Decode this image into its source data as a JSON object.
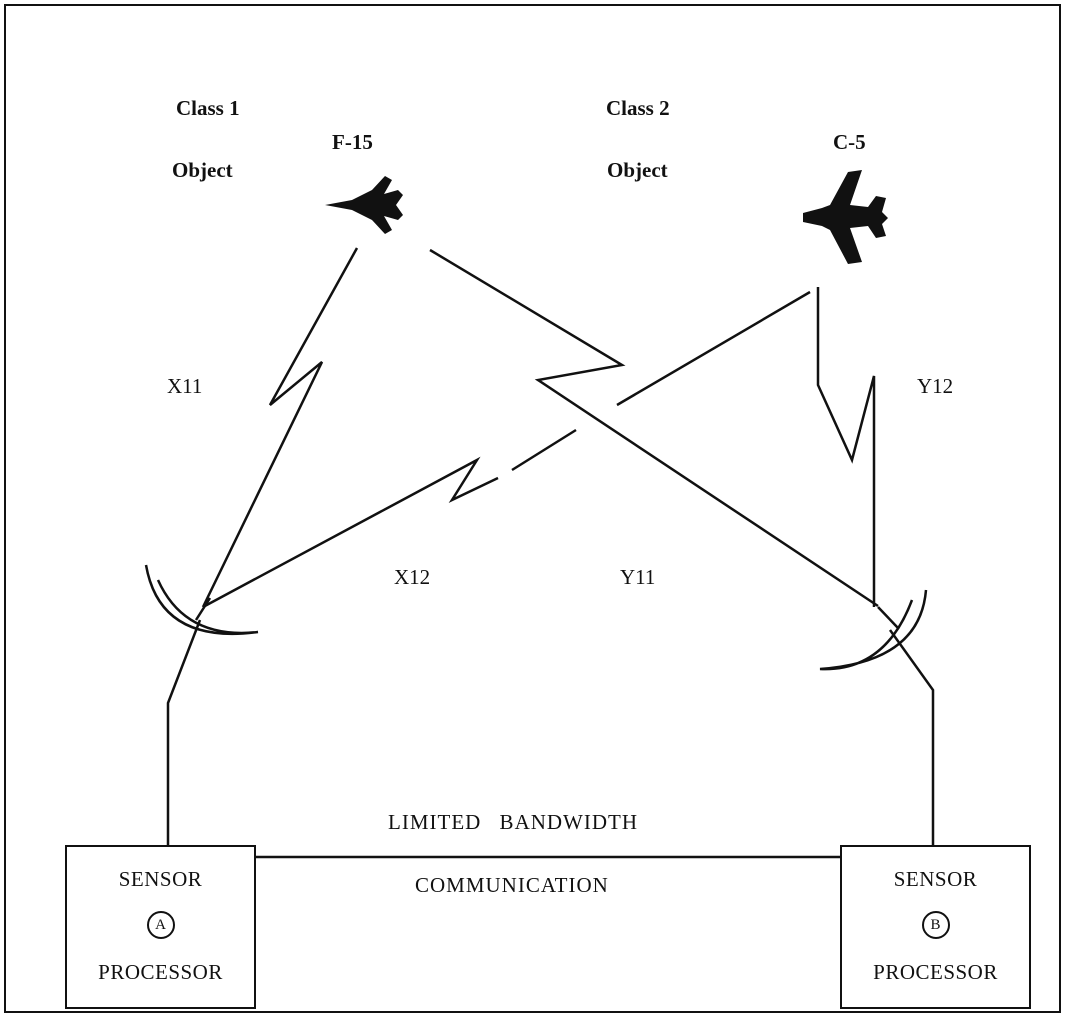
{
  "objects": {
    "class1": {
      "class_label": "Class 1",
      "object_label": "Object",
      "aircraft": "F-15"
    },
    "class2": {
      "class_label": "Class 2",
      "object_label": "Object",
      "aircraft": "C-5"
    }
  },
  "links": {
    "x11": "X11",
    "x12": "X12",
    "y11": "Y11",
    "y12": "Y12"
  },
  "sensor_a": {
    "top": "SENSOR",
    "letter": "A",
    "bottom": "PROCESSOR"
  },
  "sensor_b": {
    "top": "SENSOR",
    "letter": "B",
    "bottom": "PROCESSOR"
  },
  "comm": {
    "line1": "LIMITED BANDWIDTH",
    "line2": "COMMUNICATION"
  }
}
